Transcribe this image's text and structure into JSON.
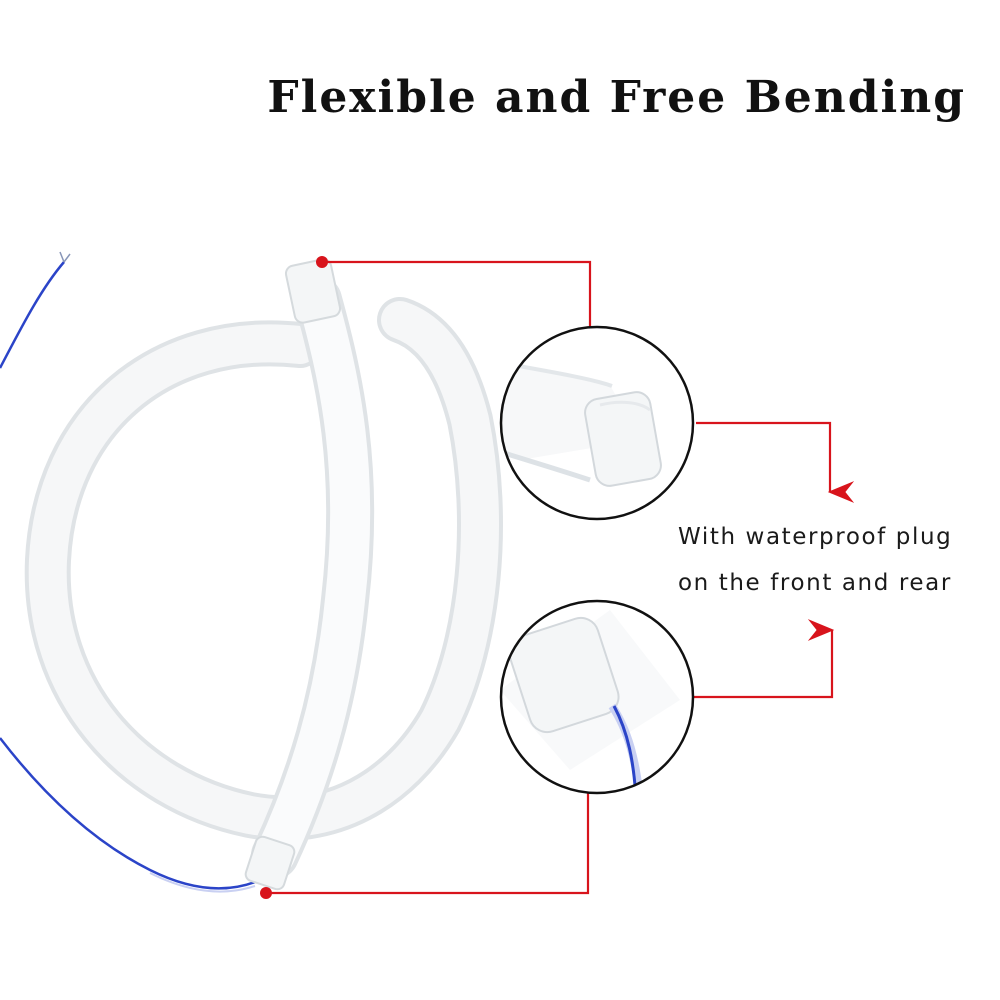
{
  "headline": "Flexible and Free Bending",
  "callout": {
    "line1": "With waterproof plug",
    "line2": "on the front and rear"
  },
  "colors": {
    "accent": "#d8141c",
    "tube": "#f6f7f8",
    "tube_edge": "#dfe3e6",
    "wire": "#2b44c8"
  }
}
